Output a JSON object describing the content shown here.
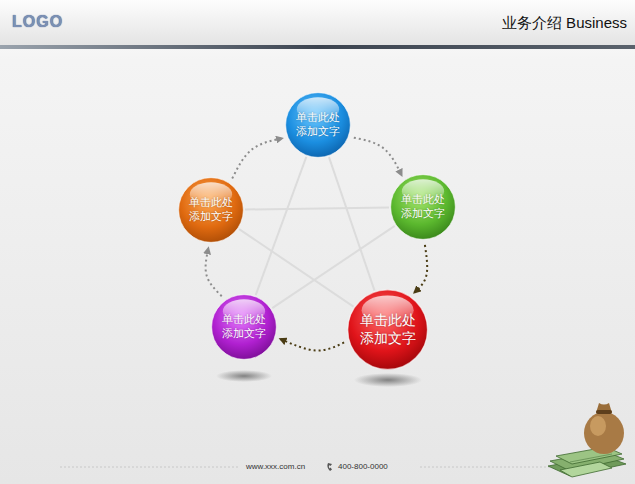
{
  "diagram": {
    "title": "业务介绍 Business",
    "nodes": [
      {
        "text": [
          "单击此处 添加文字"
        ]
      },
      {
        "text": [
          "单击此处 添加文字"
        ]
      },
      {
        "text": [
          "单击此处 添加文字"
        ]
      },
      {
        "text": [
          "单击此处 添加文字"
        ]
      },
      {
        "text": [
          "单击此处 添加文字"
        ]
      }
    ],
    "edges": [
      {
        "from": 0,
        "to": 2,
        "arrow": "to"
      },
      {
        "from": 2,
        "to": 4,
        "arrow": "to"
      },
      {
        "from": 4,
        "to": 3,
        "arrow": "to"
      },
      {
        "from": 3,
        "to": 1,
        "arrow": "to"
      },
      {
        "from": 1,
        "to": 0,
        "arrow": "to"
      },
      {
        "from": 0,
        "to": 4,
        "arrow": "none"
      },
      {
        "from": 0,
        "to": 3,
        "arrow": "none"
      },
      {
        "from": 1,
        "to": 2,
        "arrow": "none"
      },
      {
        "from": 1,
        "to": 4,
        "arrow": "none"
      },
      {
        "from": 2,
        "to": 3,
        "arrow": "none"
      }
    ],
    "labels": [
      "LOGO",
      "www.xxx.com.cn",
      "400-800-0000"
    ]
  }
}
